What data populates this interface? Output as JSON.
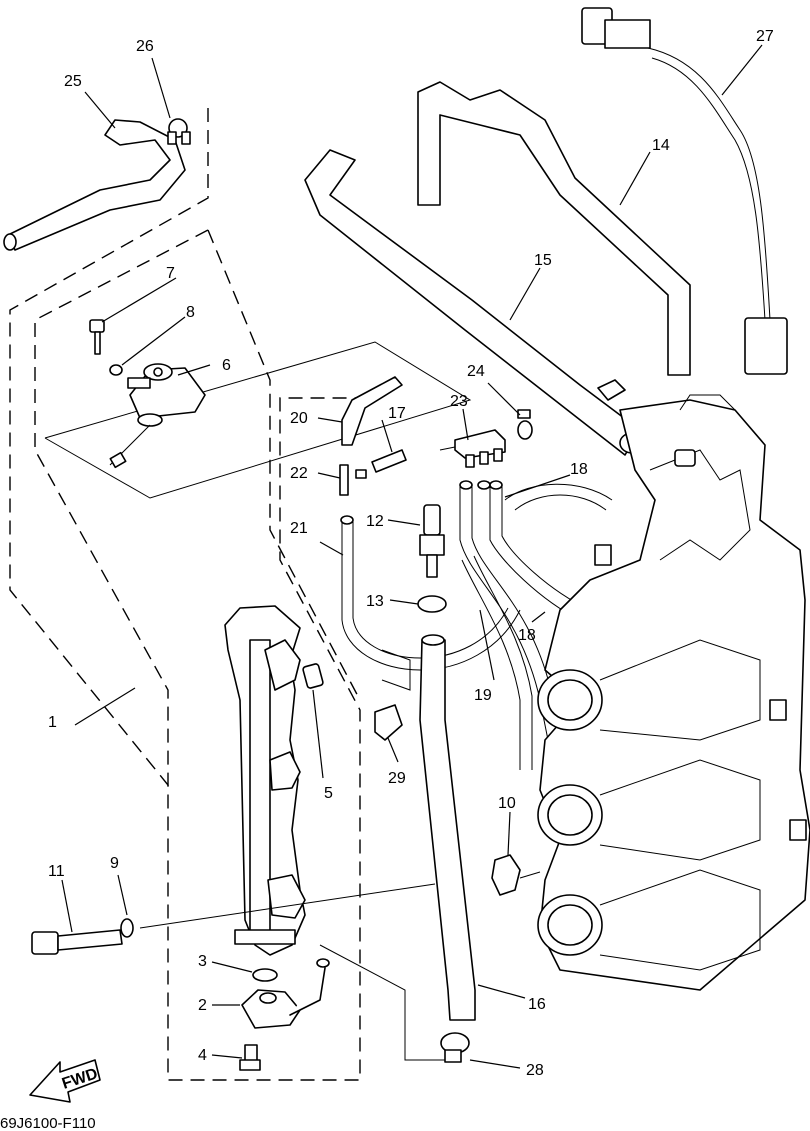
{
  "labels": {
    "p1": "1",
    "p2": "2",
    "p3": "3",
    "p4": "4",
    "p5": "5",
    "p6": "6",
    "p7": "7",
    "p8": "8",
    "p9": "9",
    "p10": "10",
    "p11": "11",
    "p12": "12",
    "p13": "13",
    "p14": "14",
    "p15": "15",
    "p16": "16",
    "p17": "17",
    "p18a": "18",
    "p18b": "18",
    "p19": "19",
    "p20": "20",
    "p21": "21",
    "p22": "22",
    "p23": "23",
    "p24": "24",
    "p25": "25",
    "p26": "26",
    "p27": "27",
    "p28": "28",
    "p29": "29"
  },
  "fwd_label": "FWD",
  "diagram_code": "69J6100-F110"
}
